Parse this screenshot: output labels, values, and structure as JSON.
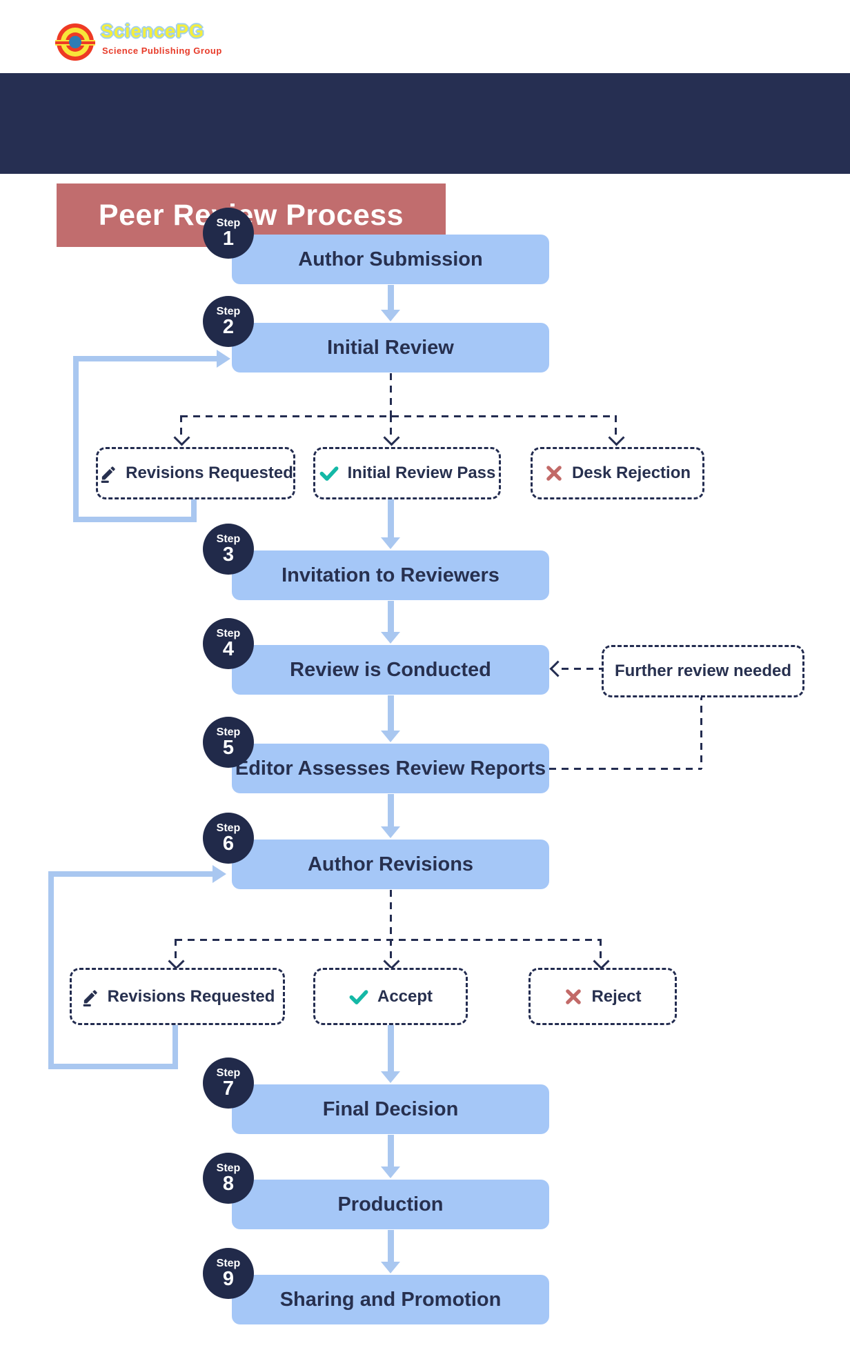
{
  "logo": {
    "name": "SciencePG",
    "tagline": "Science Publishing Group"
  },
  "title": "Peer Review Process",
  "steps": [
    {
      "label": "Step",
      "number": "1",
      "title": "Author Submission"
    },
    {
      "label": "Step",
      "number": "2",
      "title": "Initial Review"
    },
    {
      "label": "Step",
      "number": "3",
      "title": "Invitation to Reviewers"
    },
    {
      "label": "Step",
      "number": "4",
      "title": "Review is Conducted"
    },
    {
      "label": "Step",
      "number": "5",
      "title": "Editor Assesses Review Reports"
    },
    {
      "label": "Step",
      "number": "6",
      "title": "Author Revisions"
    },
    {
      "label": "Step",
      "number": "7",
      "title": "Final Decision"
    },
    {
      "label": "Step",
      "number": "8",
      "title": "Production"
    },
    {
      "label": "Step",
      "number": "9",
      "title": "Sharing and Promotion"
    }
  ],
  "branches_initial": [
    {
      "icon": "pencil-icon",
      "label": "Revisions Requested"
    },
    {
      "icon": "check-icon",
      "label": "Initial Review Pass"
    },
    {
      "icon": "x-icon",
      "label": "Desk Rejection"
    }
  ],
  "branches_decision": [
    {
      "icon": "pencil-icon",
      "label": "Revisions Requested"
    },
    {
      "icon": "check-icon",
      "label": "Accept"
    },
    {
      "icon": "x-icon",
      "label": "Reject"
    }
  ],
  "side_note": {
    "label": "Further review needed"
  },
  "colors": {
    "navy_band": "#262f52",
    "navy_ink": "#27304f",
    "title_box": "#c16d6e",
    "step_box_blue": "#a5c7f7",
    "arrow_blue": "#a9c7f0",
    "check_teal": "#14b8a6",
    "reject_rose": "#c26a68",
    "logo_red": "#ee3a24",
    "logo_yellow": "#f5ee3d",
    "logo_blue_core": "#2e7cb4"
  }
}
